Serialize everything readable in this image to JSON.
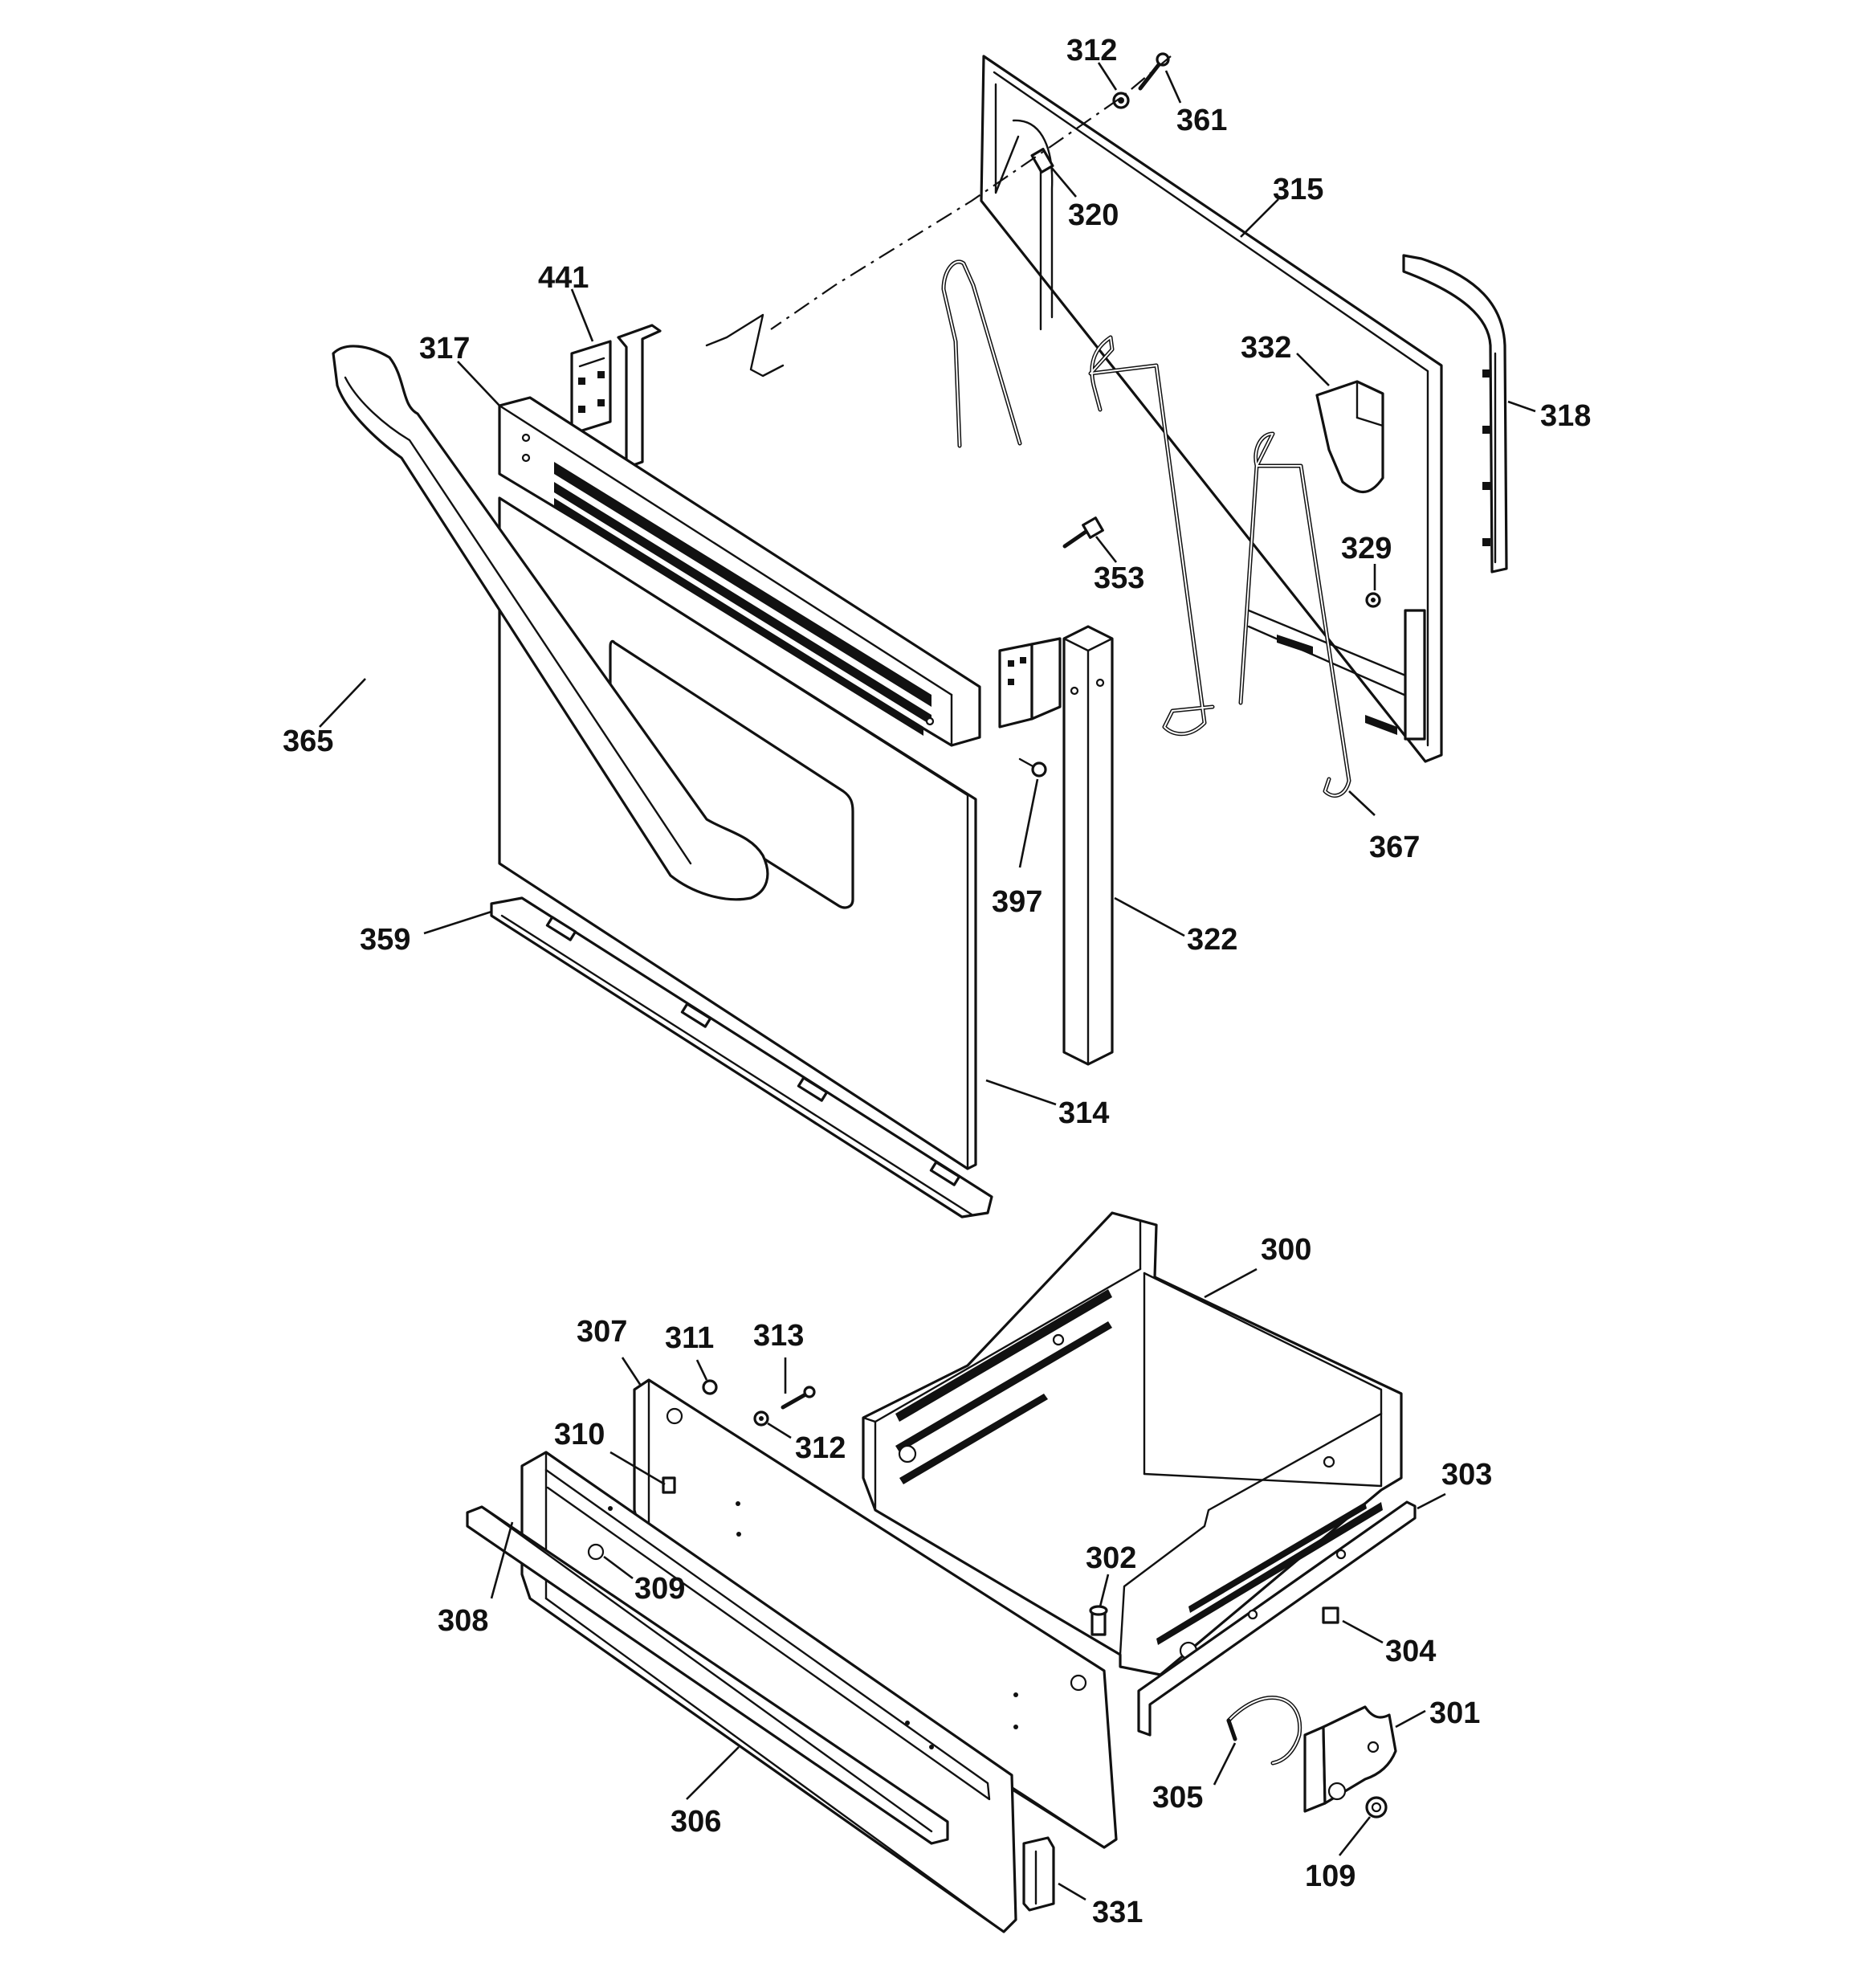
{
  "diagram": {
    "callouts": {
      "c312_top": "312",
      "c361": "361",
      "c320": "320",
      "c315": "315",
      "c441": "441",
      "c317": "317",
      "c332": "332",
      "c318": "318",
      "c353": "353",
      "c329": "329",
      "c365": "365",
      "c397": "397",
      "c367": "367",
      "c359": "359",
      "c322": "322",
      "c314": "314",
      "c300": "300",
      "c307": "307",
      "c311": "311",
      "c313": "313",
      "c310": "310",
      "c312_bottom": "312",
      "c303": "303",
      "c302": "302",
      "c309": "309",
      "c308": "308",
      "c304": "304",
      "c301": "301",
      "c305": "305",
      "c306": "306",
      "c109": "109",
      "c331": "331"
    }
  }
}
